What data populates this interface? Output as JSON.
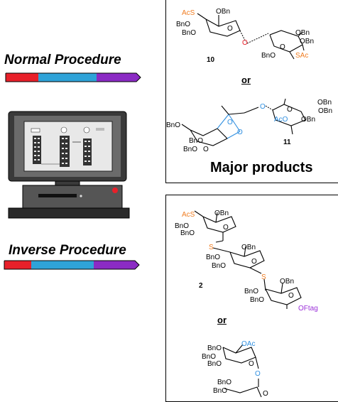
{
  "left": {
    "normal_label": "Normal Procedure",
    "inverse_label": "Inverse Procedure",
    "arrow_colors": [
      "#e8202a",
      "#2fa3d8",
      "#8b2bc4"
    ]
  },
  "top_panel": {
    "compound_10": "10",
    "or": "or",
    "compound_11": "11",
    "major_products": "Major products",
    "group_labels": {
      "AcS": "AcS",
      "OBn": "OBn",
      "BnO": "BnO",
      "O": "O",
      "SAc": "SAc",
      "AcO": "AcO"
    }
  },
  "bottom_panel": {
    "compound_2": "2",
    "or": "or",
    "group_labels": {
      "AcS": "AcS",
      "OBn": "OBn",
      "BnO": "BnO",
      "S": "S",
      "O": "O",
      "OFtag": "OFtag",
      "OAc": "OAc"
    }
  },
  "colors": {
    "orange": "#f07d22",
    "blue": "#2f8fe0",
    "purple": "#9b30d9",
    "red": "#e8202a"
  }
}
